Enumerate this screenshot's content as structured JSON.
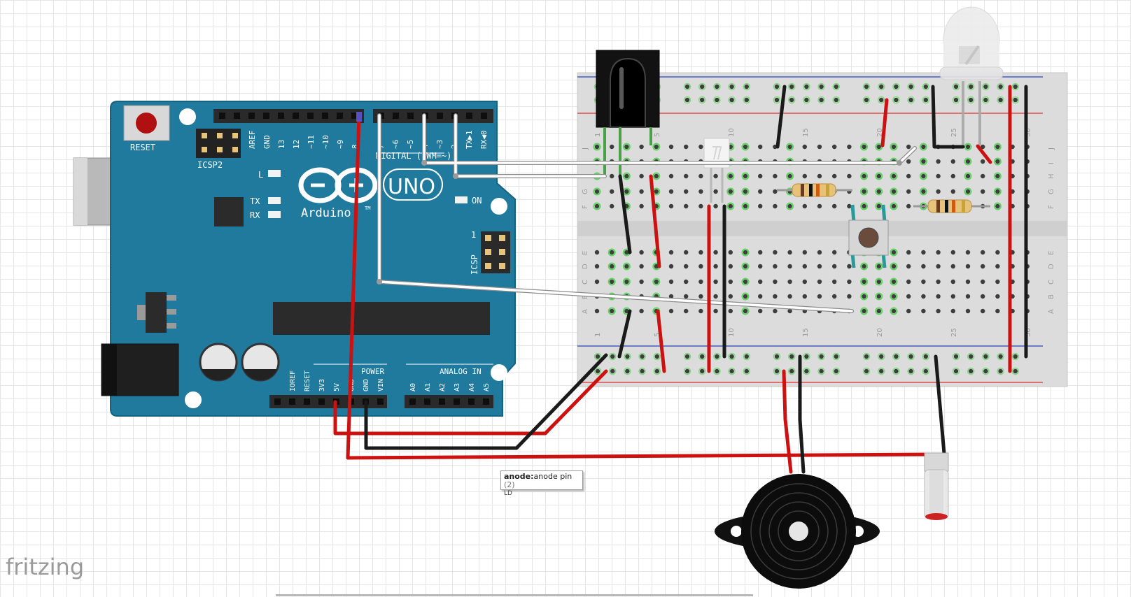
{
  "app": {
    "watermark": "fritzing"
  },
  "tooltip": {
    "pin_name": "anode:",
    "pin_desc": "anode pin",
    "pin_num": "(2)",
    "part": "LD"
  },
  "arduino": {
    "reset": "RESET",
    "icsp2": "ICSP2",
    "icsp": "ICSP",
    "icsp_pin": "1",
    "led_l": "L",
    "led_tx": "TX",
    "led_rx": "RX",
    "led_on": "ON",
    "uno": "UNO",
    "brand": "Arduino",
    "tm": "TM",
    "digital": "DIGITAL (PWM=~)",
    "power": "POWER",
    "analog_in": "ANALOG IN",
    "top_pins": [
      "AREF",
      "GND",
      "13",
      "12",
      "~11",
      "~10",
      "~9",
      "8"
    ],
    "top_pins2": [
      "7",
      "~6",
      "~5",
      "4",
      "~3",
      "2",
      "TX▶1",
      "RX◀0"
    ],
    "power_pins": [
      "IOREF",
      "RESET",
      "3V3",
      "5V",
      "GND",
      "GND",
      "VIN"
    ],
    "analog_pins": [
      "A0",
      "A1",
      "A2",
      "A3",
      "A4",
      "A5"
    ]
  },
  "breadboard": {
    "col_labels": [
      "1",
      "5",
      "10",
      "15",
      "20",
      "25",
      "30"
    ],
    "row_labels_top": [
      "J",
      "I",
      "H",
      "G",
      "F"
    ],
    "row_labels_bottom": [
      "E",
      "D",
      "C",
      "B",
      "A"
    ]
  },
  "colors": {
    "arduino_blue": "#1f7a9e",
    "breadboard": "#dcdcdc",
    "wire_red": "#cc1111",
    "wire_black": "#1a1a1a",
    "wire_white": "#ffffff",
    "rail_red": "#e03030",
    "rail_blue": "#2a3fc0"
  }
}
